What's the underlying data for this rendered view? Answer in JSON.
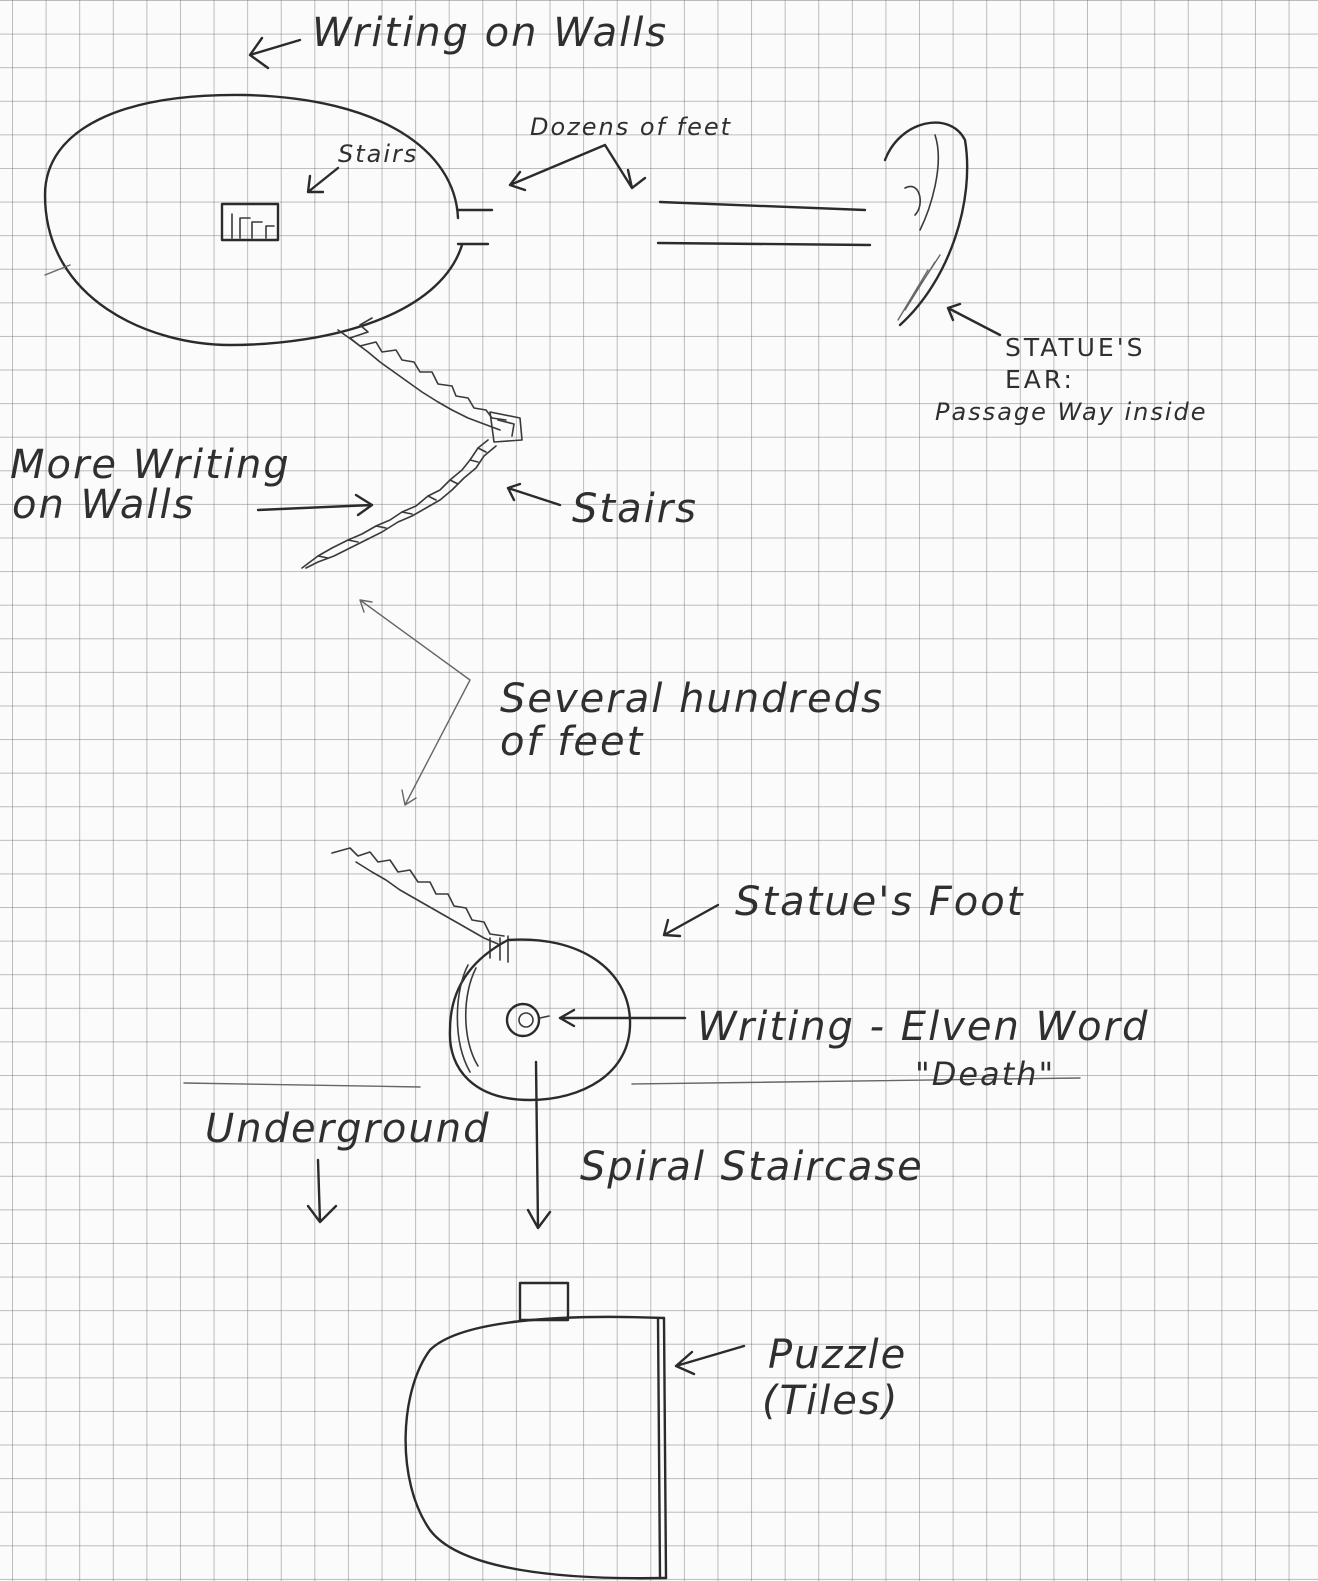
{
  "labels": {
    "writing_on_walls": "Writing on Walls",
    "dozens_of_feet": "Dozens of feet",
    "stairs_top": "Stairs",
    "statues_ear_line1": "STATUE'S",
    "statues_ear_line2": "EAR:",
    "passage_way_inside": "Passage Way inside",
    "more_writing_line1": "More Writing",
    "more_writing_line2": "on Walls",
    "stairs_middle": "Stairs",
    "several_hundreds_line1": "Several hundreds",
    "several_hundreds_line2": "of feet",
    "statues_foot": "Statue's Foot",
    "writing_elven_word": "Writing - Elven Word",
    "death_quote": "\"Death\"",
    "underground": "Underground",
    "spiral_staircase": "Spiral Staircase",
    "puzzle": "Puzzle",
    "tiles": "(Tiles)"
  },
  "colors": {
    "ink": "#2b2b2b",
    "paper": "#fbfbfb",
    "grid": "#6e6e6e"
  }
}
